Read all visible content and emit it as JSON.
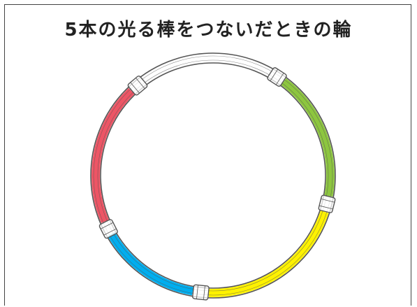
{
  "title": "5本の光る棒をつないだときの輪",
  "ring": {
    "segments": [
      {
        "name": "white",
        "color": "#ffffff",
        "from": -62,
        "to": -128
      },
      {
        "name": "green",
        "color": "#8dc63f",
        "from": -53,
        "to": 10
      },
      {
        "name": "yellow",
        "color": "#fff200",
        "from": 18,
        "to": 92
      },
      {
        "name": "blue",
        "color": "#00aeef",
        "from": 100,
        "to": 150
      },
      {
        "name": "red",
        "color": "#ed5565",
        "from": 157,
        "to": 226
      }
    ],
    "connectors": [
      -57,
      14,
      96,
      153,
      230
    ],
    "outline_color": "#555555"
  }
}
